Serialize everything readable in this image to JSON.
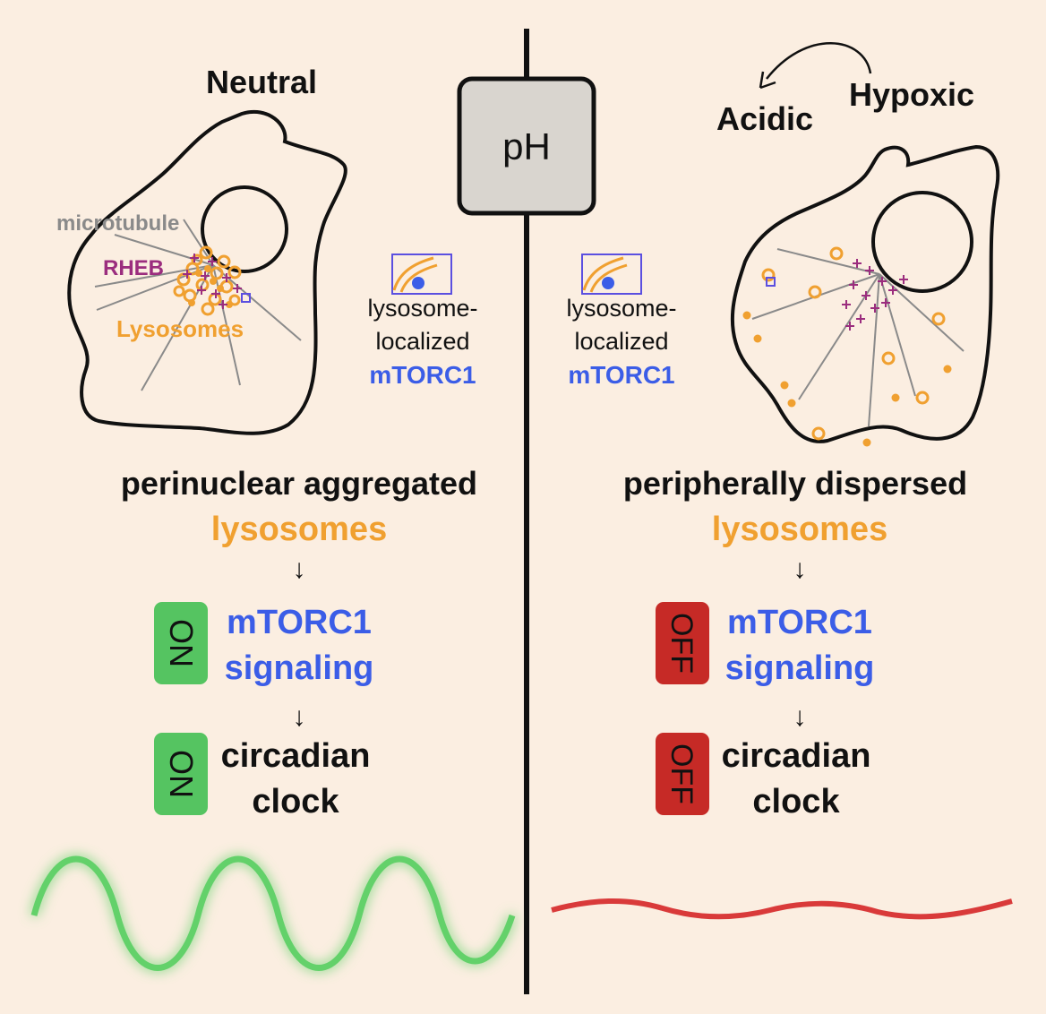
{
  "center": {
    "label": "pH"
  },
  "left": {
    "condition": "Neutral",
    "labels": {
      "microtubule": "microtubule",
      "rheb": "RHEB",
      "lysosomes": "Lysosomes"
    },
    "legend": {
      "line1": "lysosome-",
      "line2": "localized",
      "line3": "mTORC1"
    },
    "outcome_line1": "perinuclear aggregated",
    "outcome_line2": "lysosomes",
    "arrow": "↓",
    "signaling_state": "ON",
    "signaling_line1": "mTORC1",
    "signaling_line2": "signaling",
    "clock_state": "ON",
    "clock_line1": "circadian",
    "clock_line2": "clock"
  },
  "right": {
    "condition_1": "Acidic",
    "condition_2": "Hypoxic",
    "legend": {
      "line1": "lysosome-",
      "line2": "localized",
      "line3": "mTORC1"
    },
    "outcome_line1": "peripherally dispersed",
    "outcome_line2": "lysosomes",
    "arrow": "↓",
    "signaling_state": "OFF",
    "signaling_line1": "mTORC1",
    "signaling_line2": "signaling",
    "clock_state": "OFF",
    "clock_line1": "circadian",
    "clock_line2": "clock"
  },
  "colors": {
    "background": "#fbeee1",
    "lysosome": "#f0a030",
    "rheb": "#9b2d7e",
    "mtorc1": "#3b5de7",
    "on": "#55c461",
    "off": "#c62a26",
    "wave_on": "#63d16a",
    "wave_off": "#d93a3a"
  }
}
